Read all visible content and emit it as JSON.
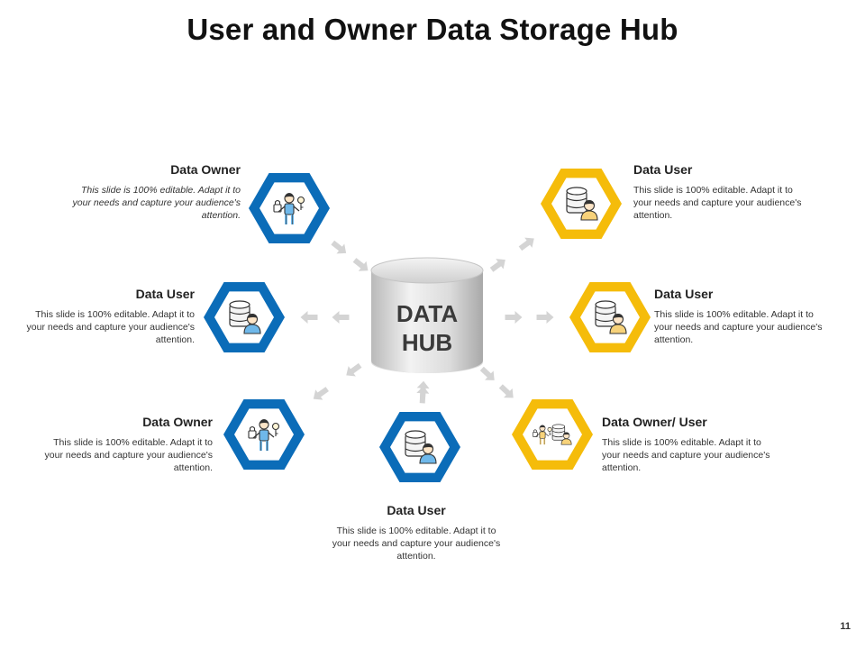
{
  "title": "User and Owner Data Storage Hub",
  "page_number": "11",
  "hub": {
    "line1": "DATA",
    "line2": "HUB"
  },
  "colors": {
    "blue": "#0b6cb8",
    "yellow": "#f5bc0a",
    "arrow": "#d4d4d4"
  },
  "nodes": [
    {
      "title": "Data Owner",
      "text": "This slide is 100% editable. Adapt it to your needs and capture your audience's attention.",
      "icon": "data-owner-icon",
      "color": "blue"
    },
    {
      "title": "Data User",
      "text": "This slide is 100% editable. Adapt it to your needs and capture your audience's attention.",
      "icon": "data-user-icon",
      "color": "blue"
    },
    {
      "title": "Data Owner",
      "text": "This slide is 100% editable. Adapt it to your needs and capture your audience's attention.",
      "icon": "data-owner-icon",
      "color": "blue"
    },
    {
      "title": "Data User",
      "text": "This slide is 100% editable. Adapt it to your needs and capture your audience's attention.",
      "icon": "data-user-icon",
      "color": "blue"
    },
    {
      "title": "Data User",
      "text": "This slide is 100% editable. Adapt it to your needs and capture your audience's attention.",
      "icon": "data-user-icon",
      "color": "yellow"
    },
    {
      "title": "Data User",
      "text": "This slide is 100% editable. Adapt it to your needs and capture your audience's attention.",
      "icon": "data-user-icon",
      "color": "yellow"
    },
    {
      "title": "Data Owner/ User",
      "text": "This slide is 100% editable. Adapt it to your needs and capture your audience's attention.",
      "icon": "data-owner-user-icon",
      "color": "yellow"
    }
  ]
}
